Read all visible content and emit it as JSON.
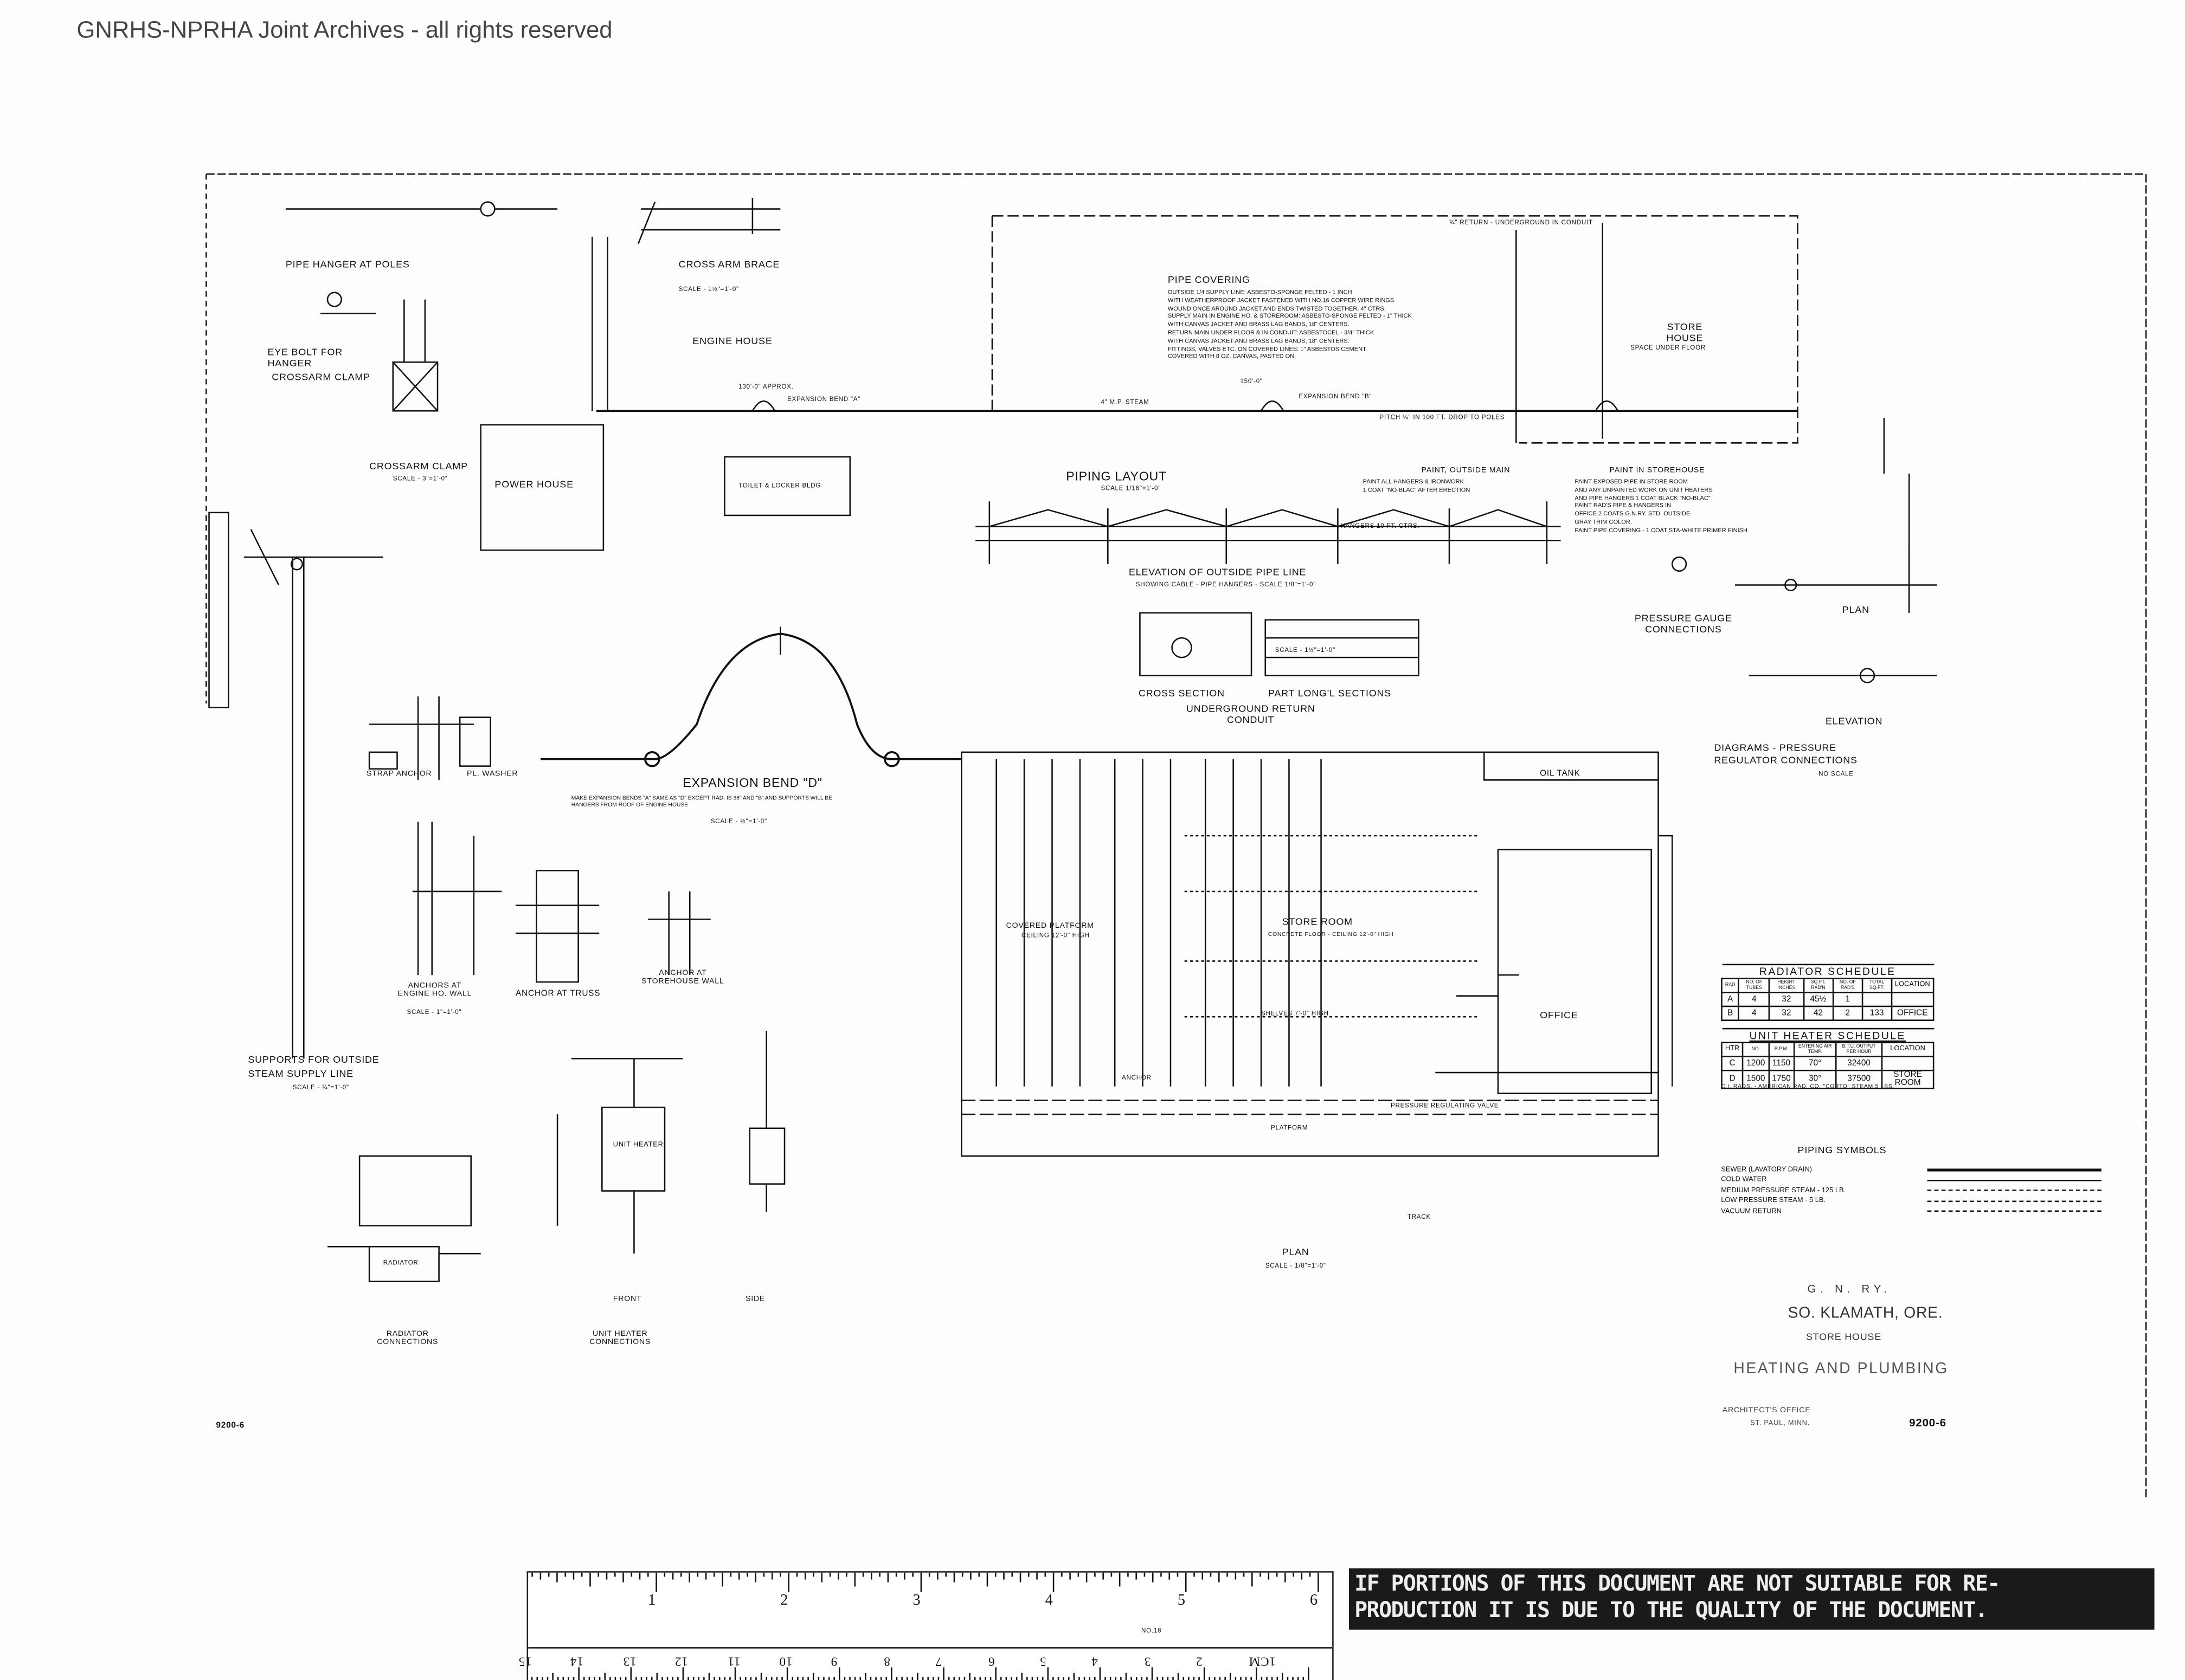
{
  "watermark": "GNRHS-NPRHA Joint Archives - all rights reserved",
  "labels": {
    "pipe_hanger_at_poles": "Pipe Hanger at Poles",
    "cross_arm_brace": "Cross Arm Brace",
    "cross_arm_brace_scale": "Scale - 1½\"=1'-0\"",
    "engine_house": "Engine House",
    "eye_bolt_for_hanger": "Eye Bolt for Hanger",
    "crossarm_clamp_small": "Crossarm Clamp",
    "crossarm_clamp": "Crossarm Clamp",
    "crossarm_clamp_scale": "Scale - 3\"=1'-0\"",
    "power_house": "Power House",
    "toilet_locker": "Toilet & Locker Bldg",
    "piping_layout": "Piping Layout",
    "piping_layout_scale": "Scale 1/16\"=1'-0\"",
    "store_house": "Store House",
    "store_house_sub": "Space under floor",
    "dim_130": "130'-0\" Approx.",
    "dim_150": "150'-0\"",
    "expansion_bend_a": "Expansion Bend \"A\"",
    "expansion_bend_b": "Expansion Bend \"B\"",
    "steam_main": "4\" M.P. Steam",
    "pitch": "Pitch ¼\" in 100 ft. Drop to poles",
    "return_underground": "¾\" Return - Underground in conduit",
    "elevation_outside": "Elevation of Outside Pipe Line",
    "elevation_outside_scale": "Showing Cable - Pipe Hangers - Scale 1/8\"=1'-0\"",
    "hangers_ctrs": "Hangers 10 ft. ctrs.",
    "pressure_gauge_conn": "Pressure Gauge Connections",
    "plan_small": "Plan",
    "cross_section": "Cross Section",
    "part_long_sections": "Part Long'l Sections",
    "underground_return": "Underground Return Conduit",
    "underground_scale": "Scale - 1½\"=1'-0\"",
    "elevation": "Elevation",
    "diagrams_pressure": "Diagrams - Pressure",
    "regulator_connections": "Regulator Connections",
    "no_scale": "No Scale",
    "expansion_bend_d": "Expansion Bend \"D\"",
    "expansion_bend_d_note": "Make expansion bends \"A\" same as \"D\" except rad. is 36\" and \"B\" and supports will be hangers from roof of engine house",
    "expansion_bend_d_scale": "Scale - ½\"=1'-0\"",
    "oil_tank": "Oil Tank",
    "strap_anchor": "Strap Anchor",
    "pl_washer": "Pl. Washer",
    "covered_platform": "Covered Platform",
    "covered_platform_sub": "Ceiling 12'-0\" high",
    "store_room": "Store Room",
    "store_room_sub": "Concrete floor - Ceiling 12'-0\" high",
    "office": "Office",
    "platform": "Platform",
    "pressure_regulating_valve": "Pressure Regulating Valve",
    "track": "Track",
    "anchor": "Anchor",
    "shelves": "Shelves 7'-0\" high",
    "anchors_engine_wall": "Anchors at Engine Ho. Wall",
    "anchors_engine_scale": "Scale - 1\"=1'-0\"",
    "anchor_truss": "Anchor at Truss",
    "anchor_storehouse": "Anchor at Storehouse Wall",
    "supports_outside": "Supports for Outside",
    "steam_supply_line": "Steam Supply Line",
    "supports_scale": "Scale - ¾\"=1'-0\"",
    "unit_heater": "Unit Heater",
    "front": "Front",
    "side": "Side",
    "radiator": "Radiator",
    "radiator_connections": "Radiator Connections",
    "unit_heater_connections": "Unit Heater Connections",
    "plan": "Plan",
    "plan_scale": "Scale - 1/8\"=1'-0\"",
    "drawing_no_left": "9200-6"
  },
  "pipe_covering": {
    "title": "Pipe Covering",
    "lines": [
      "Outside 1/4 supply line: asbesto-sponge felted - 1 inch",
      "with weatherproof jacket fastened with No.16 copper wire rings",
      "wound once around jacket and ends twisted together. 4\" ctrs.",
      "Supply main in engine ho. & storeroom: asbesto-sponge felted - 1\" thick",
      "with canvas jacket and brass lag bands, 18\" centers.",
      "Return main under floor & in conduit: asbestocel - 3/4\" thick",
      "with canvas jacket and brass lag bands, 18\" centers.",
      "Fittings, valves etc. on covered lines: 1\" asbestos cement",
      "covered with 8 oz. canvas, pasted on."
    ]
  },
  "paint_outside": {
    "title": "Paint, Outside Main",
    "lines": [
      "Paint all hangers & ironwork",
      "1 coat \"No-Blac\" after erection"
    ]
  },
  "paint_storehouse": {
    "title": "Paint in Storehouse",
    "lines": [
      "Paint exposed pipe in store room",
      "and any unpainted work on unit heaters",
      "and pipe hangers 1 coat black \"No-Blac\"",
      "Paint rad's pipe & hangers in",
      "office 2 coats G.N.Ry. std. outside",
      "gray trim color.",
      "Paint pipe covering - 1 coat sta-white primer finish"
    ]
  },
  "radiator_schedule": {
    "title": "Radiator Schedule",
    "headers": [
      "Rad",
      "No. of Tubes",
      "Height Inches",
      "Sq.Ft. Rad'n",
      "No. of Rad's",
      "Total Sq.Ft.",
      "Location"
    ],
    "rows": [
      [
        "A",
        "4",
        "32",
        "45½",
        "1",
        "",
        ""
      ],
      [
        "B",
        "4",
        "32",
        "42",
        "2",
        "133",
        "Office"
      ]
    ]
  },
  "unit_heater_schedule": {
    "title": "Unit Heater Schedule",
    "headers": [
      "Htr",
      "No.",
      "R.P.M.",
      "Entering Air Temp.",
      "B.T.U. Output per Hour",
      "Location"
    ],
    "rows": [
      [
        "C",
        "1200",
        "1150",
        "70°",
        "32400",
        ""
      ],
      [
        "D",
        "1500",
        "1750",
        "30°",
        "37500",
        "Store Room"
      ]
    ],
    "footnote": "C.I. Rads. - American Rad. Co. \"Corto\"  Steam 5 lbs."
  },
  "piping_symbols": {
    "title": "Piping Symbols",
    "items": [
      {
        "label": "Sewer (Lavatory Drain)",
        "style": "heavy"
      },
      {
        "label": "Cold Water",
        "style": "tick"
      },
      {
        "label": "Medium Pressure Steam - 125 lb.",
        "style": "dashdot"
      },
      {
        "label": "Low Pressure Steam - 5 lb.",
        "style": "dash-dot-short"
      },
      {
        "label": "Vacuum Return",
        "style": "dashed"
      }
    ]
  },
  "title_block": {
    "railway": "G. N. Ry.",
    "location": "So. Klamath, Ore.",
    "building": "Store House",
    "subject": "Heating and Plumbing",
    "office": "Architect's Office",
    "city": "St. Paul, Minn.",
    "drawing_no": "9200-6"
  },
  "ruler": {
    "inches": [
      "1",
      "2",
      "3",
      "4",
      "5",
      "6"
    ],
    "cm": [
      "1cm",
      "2",
      "3",
      "4",
      "5",
      "6",
      "7",
      "8",
      "9",
      "10",
      "11",
      "12",
      "13",
      "14",
      "15"
    ],
    "maker": "No.18"
  },
  "warning": {
    "line1": "IF PORTIONS OF THIS DOCUMENT ARE NOT SUITABLE FOR RE-",
    "line2": "PRODUCTION IT IS DUE TO THE QUALITY OF THE DOCUMENT."
  }
}
